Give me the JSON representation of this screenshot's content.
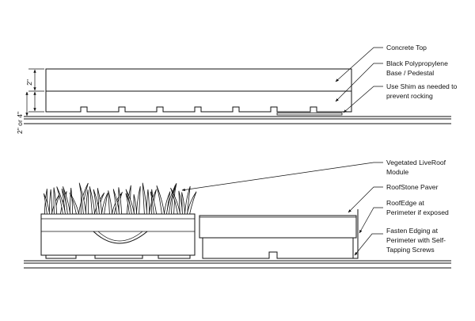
{
  "top_detail": {
    "dimensions": {
      "base_height": "2\"",
      "total_height": "2\" or 4\""
    },
    "callouts": {
      "concrete_top": "Concrete Top",
      "base_line1": "Black Polypropylene",
      "base_line2": "Base / Pedestal",
      "shim_line1": "Use Shim as needed to",
      "shim_line2": "prevent rocking"
    }
  },
  "bottom_detail": {
    "callouts": {
      "liveroof_line1": "Vegetated LiveRoof",
      "liveroof_line2": "Module",
      "paver": "RoofStone Paver",
      "edge_line1": "RoofEdge at",
      "edge_line2": "Perimeter if exposed",
      "fasten_line1": "Fasten Edging at",
      "fasten_line2": "Perimeter with Self-",
      "fasten_line3": "Tapping Screws"
    }
  }
}
